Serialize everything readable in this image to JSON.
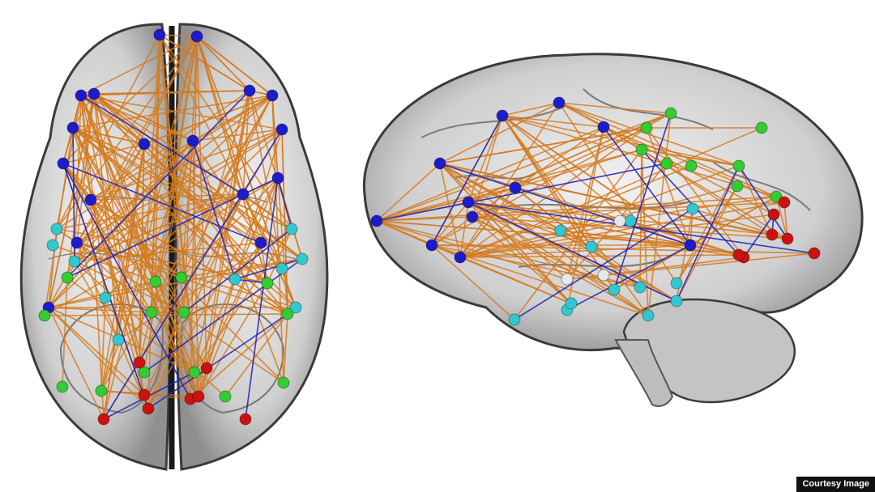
{
  "credit": {
    "text": "Courtesy Image"
  },
  "views": [
    {
      "id": "top-view",
      "description": "axial"
    },
    {
      "id": "side-view",
      "description": "sagittal"
    }
  ],
  "colors": {
    "node_blue": "#1c1ccc",
    "node_green": "#33cc33",
    "node_cyan": "#33c8d0",
    "node_red": "#cc1111",
    "node_white": "#e8e8e8",
    "edge_orange": "#d37a1e",
    "edge_blue": "#2226b8",
    "brain_fill": "#c9c9c9",
    "brain_outline": "#3a3a3a"
  }
}
